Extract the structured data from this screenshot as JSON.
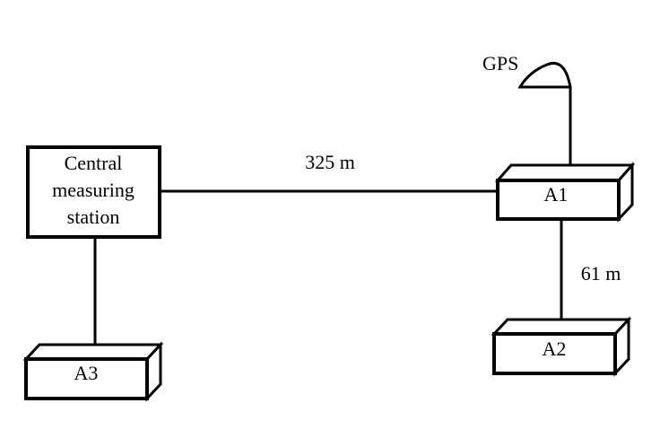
{
  "diagram": {
    "station": {
      "lines": [
        "Central",
        "measuring",
        "station"
      ]
    },
    "nodes": {
      "a1": "A1",
      "a2": "A2",
      "a3": "A3"
    },
    "gps_label": "GPS",
    "distances": {
      "station_to_a1": "325 m",
      "a1_to_a2": "61 m"
    },
    "colors": {
      "line": "#000000",
      "background": "#ffffff"
    }
  }
}
